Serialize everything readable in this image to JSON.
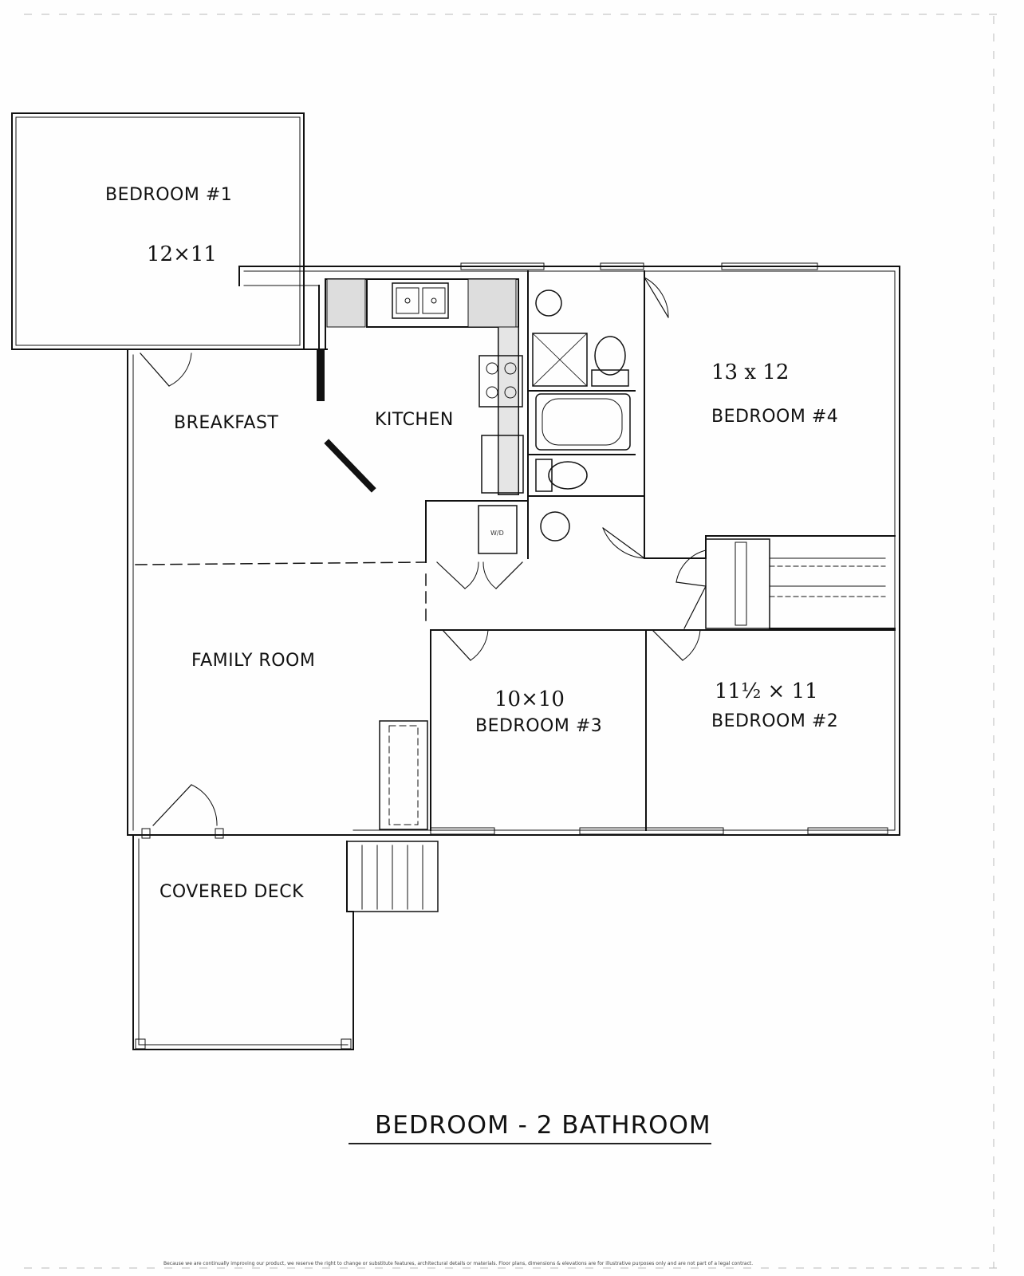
{
  "title": "BEDROOM - 2 BATHROOM",
  "rooms": {
    "bedroom1": {
      "name": "BEDROOM #1",
      "size": "12×11"
    },
    "breakfast": {
      "name": "BREAKFAST"
    },
    "kitchen": {
      "name": "KITCHEN"
    },
    "bedroom4": {
      "name": "BEDROOM #4",
      "size": "13 x 12"
    },
    "family_room": {
      "name": "FAMILY ROOM"
    },
    "bedroom3": {
      "name": "BEDROOM #3",
      "size": "10×10"
    },
    "bedroom2": {
      "name": "BEDROOM #2",
      "size": "11½ × 11"
    },
    "covered_deck": {
      "name": "COVERED DECK"
    }
  },
  "fixtures": {
    "washer_dryer_label": "W/D"
  },
  "disclaimer": "Because we are continually improving our product, we reserve the right to change or substitute features, architectural details or materials. Floor plans, dimensions & elevations are for illustrative purposes only and are not part of a legal contract."
}
